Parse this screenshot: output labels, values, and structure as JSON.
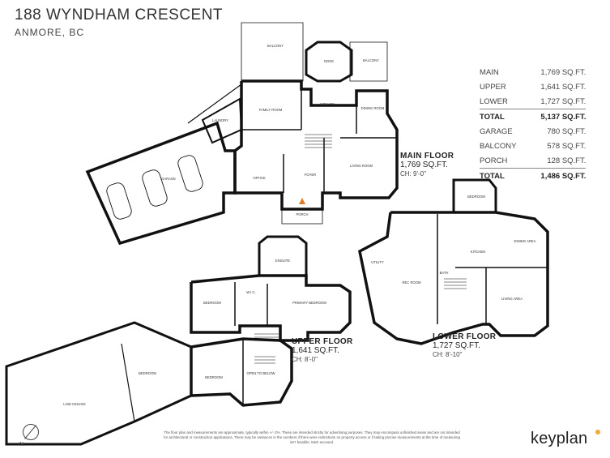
{
  "header": {
    "title": "188 WYNDHAM CRESCENT",
    "subtitle": "ANMORE, BC"
  },
  "areas": [
    {
      "label": "MAIN",
      "value": "1,769 SQ.FT."
    },
    {
      "label": "UPPER",
      "value": "1,641 SQ.FT."
    },
    {
      "label": "LOWER",
      "value": "1,727 SQ.FT."
    },
    {
      "label": "TOTAL",
      "value": "5,137 SQ.FT."
    },
    {
      "label": "GARAGE",
      "value": "780 SQ.FT."
    },
    {
      "label": "BALCONY",
      "value": "578 SQ.FT."
    },
    {
      "label": "PORCH",
      "value": "128 SQ.FT."
    },
    {
      "label": "TOTAL",
      "value": "1,486 SQ.FT."
    }
  ],
  "floors": {
    "main": {
      "name": "MAIN FLOOR",
      "area": "1,769 SQ.FT.",
      "ceiling": "CH: 9'-0\""
    },
    "upper": {
      "name": "UPPER FLOOR",
      "area": "1,641 SQ.FT.",
      "ceiling": "CH: 8'-0\""
    },
    "lower": {
      "name": "LOWER FLOOR",
      "area": "1,727 SQ.FT.",
      "ceiling": "CH: 8'-10\""
    }
  },
  "rooms": {
    "balcony_main": "BALCONY",
    "nook": "NOOK",
    "balcony_small": "BALCONY",
    "family_room": "FAMILY ROOM",
    "kitchen": "KITCHEN",
    "dining_room": "DINING ROOM",
    "laundry": "LAUNDRY",
    "garage": "GARAGE",
    "office": "OFFICE",
    "foyer": "FOYER",
    "living_room": "LIVING ROOM",
    "porch": "PORCH",
    "ensuite": "ENSUITE",
    "wic": "W.I.C.",
    "bedroom_u1": "BEDROOM",
    "primary_bedroom": "PRIMARY BEDROOM",
    "bedroom_u2": "BEDROOM",
    "bedroom_u3": "BEDROOM",
    "open_to_below": "OPEN TO BELOW",
    "low_ceiling": "LOW CEILING",
    "bedroom_l": "BEDROOM",
    "dining_area": "DINING AREA",
    "kitchen_l": "KITCHEN",
    "utility": "UTILITY",
    "rec_room": "REC ROOM",
    "bath_l": "BATH",
    "living_area": "LIVING AREA"
  },
  "disclaimer": "The floor plan and measurements are approximate, typically within +/- 2%. These are intended strictly for advertising purposes. They may encompass unfinished areas and are not intended for architectural or construction applications. There may be variances in the numbers if there were restrictions on property access or if taking precise measurements at the time of measuring isn't feasible. E&O excused.",
  "logo": {
    "text": "keyplan",
    "dot_color": "#f2a93b"
  },
  "compass": {
    "label": "N"
  }
}
